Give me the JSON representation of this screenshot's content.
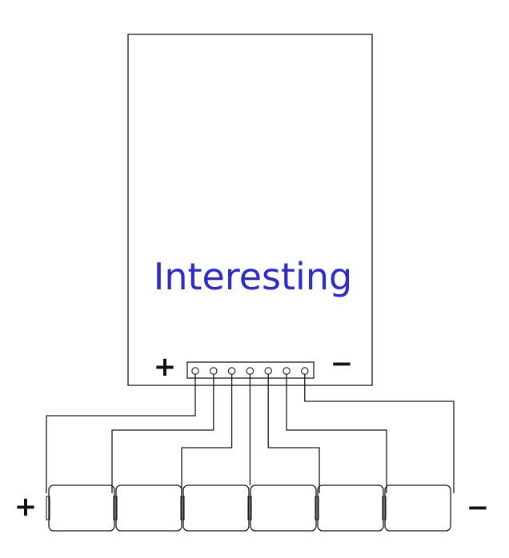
{
  "board": {
    "label": "Interesting",
    "plus_sign": "+",
    "minus_sign": "−",
    "label_color": "#2b2bd6"
  },
  "connector": {
    "pin_count": 7
  },
  "battery_pack": {
    "cell_count": 6,
    "plus_sign": "+",
    "minus_sign": "−"
  }
}
